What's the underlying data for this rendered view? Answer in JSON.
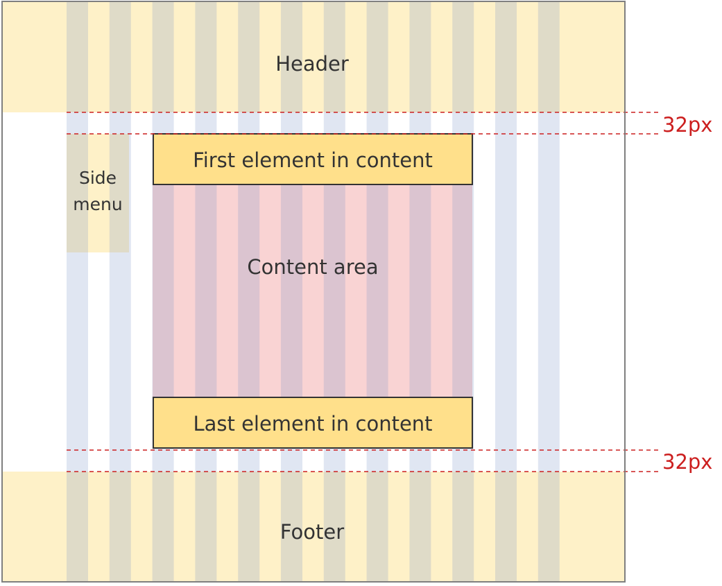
{
  "layout": {
    "header": "Header",
    "footer": "Footer",
    "side_menu": [
      "Side",
      "menu"
    ],
    "content_area": "Content area",
    "first_element": "First element in content",
    "last_element": "Last element in content"
  },
  "spacing": {
    "top_gap": "32px",
    "bottom_gap": "32px"
  },
  "colors": {
    "header_footer": "#fef1c8",
    "grid_column": "#dfe6f3",
    "content_area": "#f9d3d3",
    "element_box": "#ffe08b",
    "measure_line": "#cc1f1f",
    "frame_border": "#7f7f7f"
  }
}
